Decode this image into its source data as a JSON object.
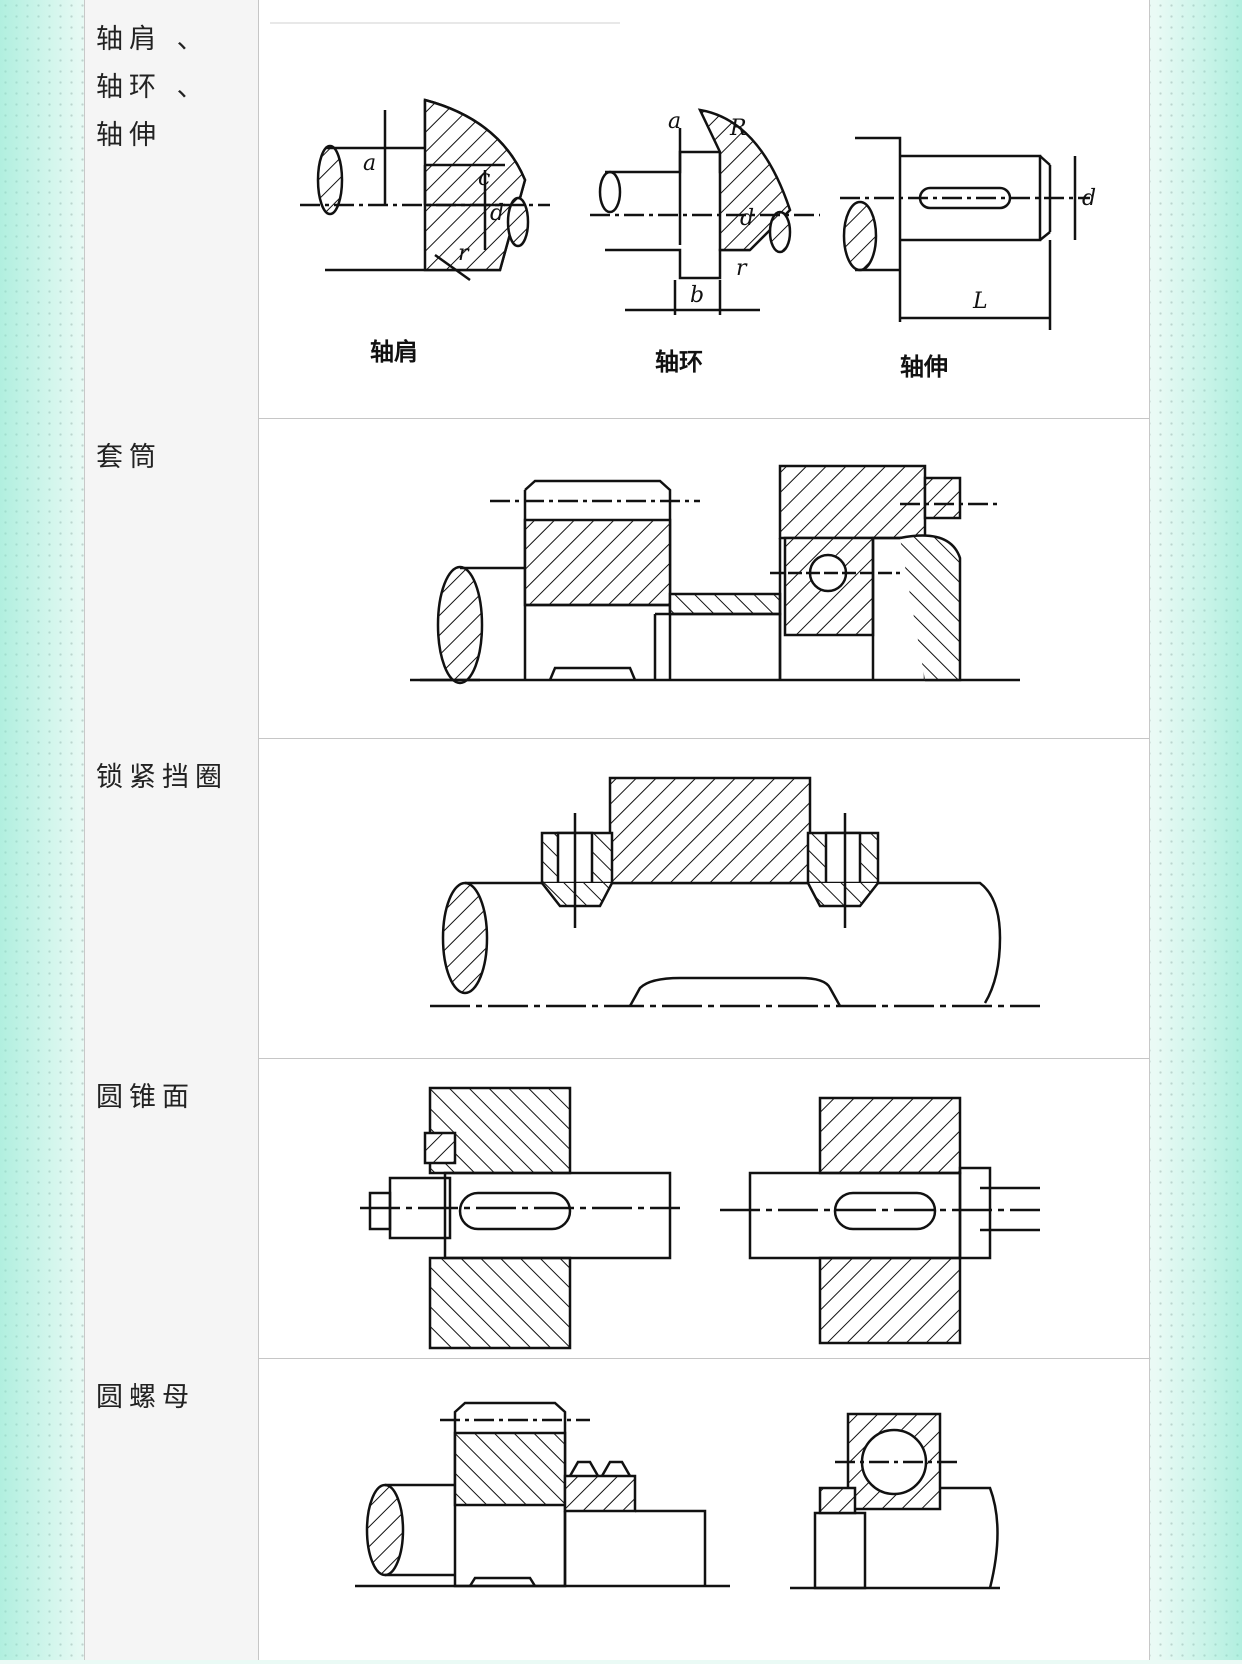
{
  "rows": [
    {
      "label": "轴肩 、 轴环 、 轴伸",
      "captions": [
        "轴肩",
        "轴环",
        "轴伸"
      ],
      "dims": {
        "a": "a",
        "c": "c",
        "d": "d",
        "r": "r",
        "R": "R",
        "b": "b",
        "L": "L"
      }
    },
    {
      "label": "套筒"
    },
    {
      "label": "锁紧挡圈"
    },
    {
      "label": "圆锥面"
    },
    {
      "label": "圆螺母"
    }
  ]
}
